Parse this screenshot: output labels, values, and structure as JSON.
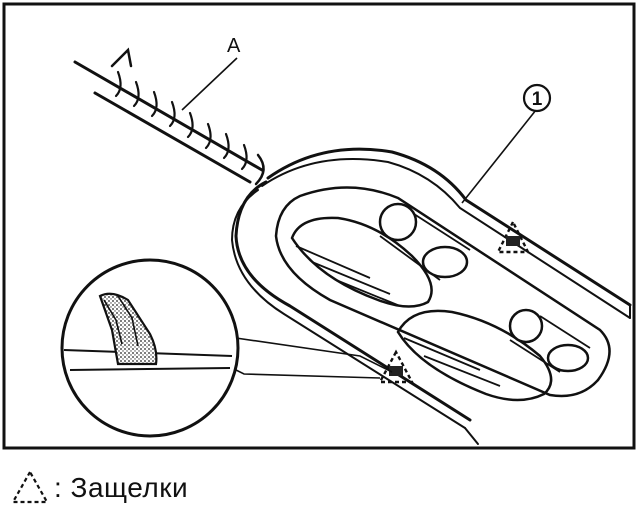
{
  "labels": {
    "part_a": "A",
    "part_1": "1"
  },
  "legend": {
    "icon": "dashed-triangle-icon",
    "text": ": Защелки"
  }
}
